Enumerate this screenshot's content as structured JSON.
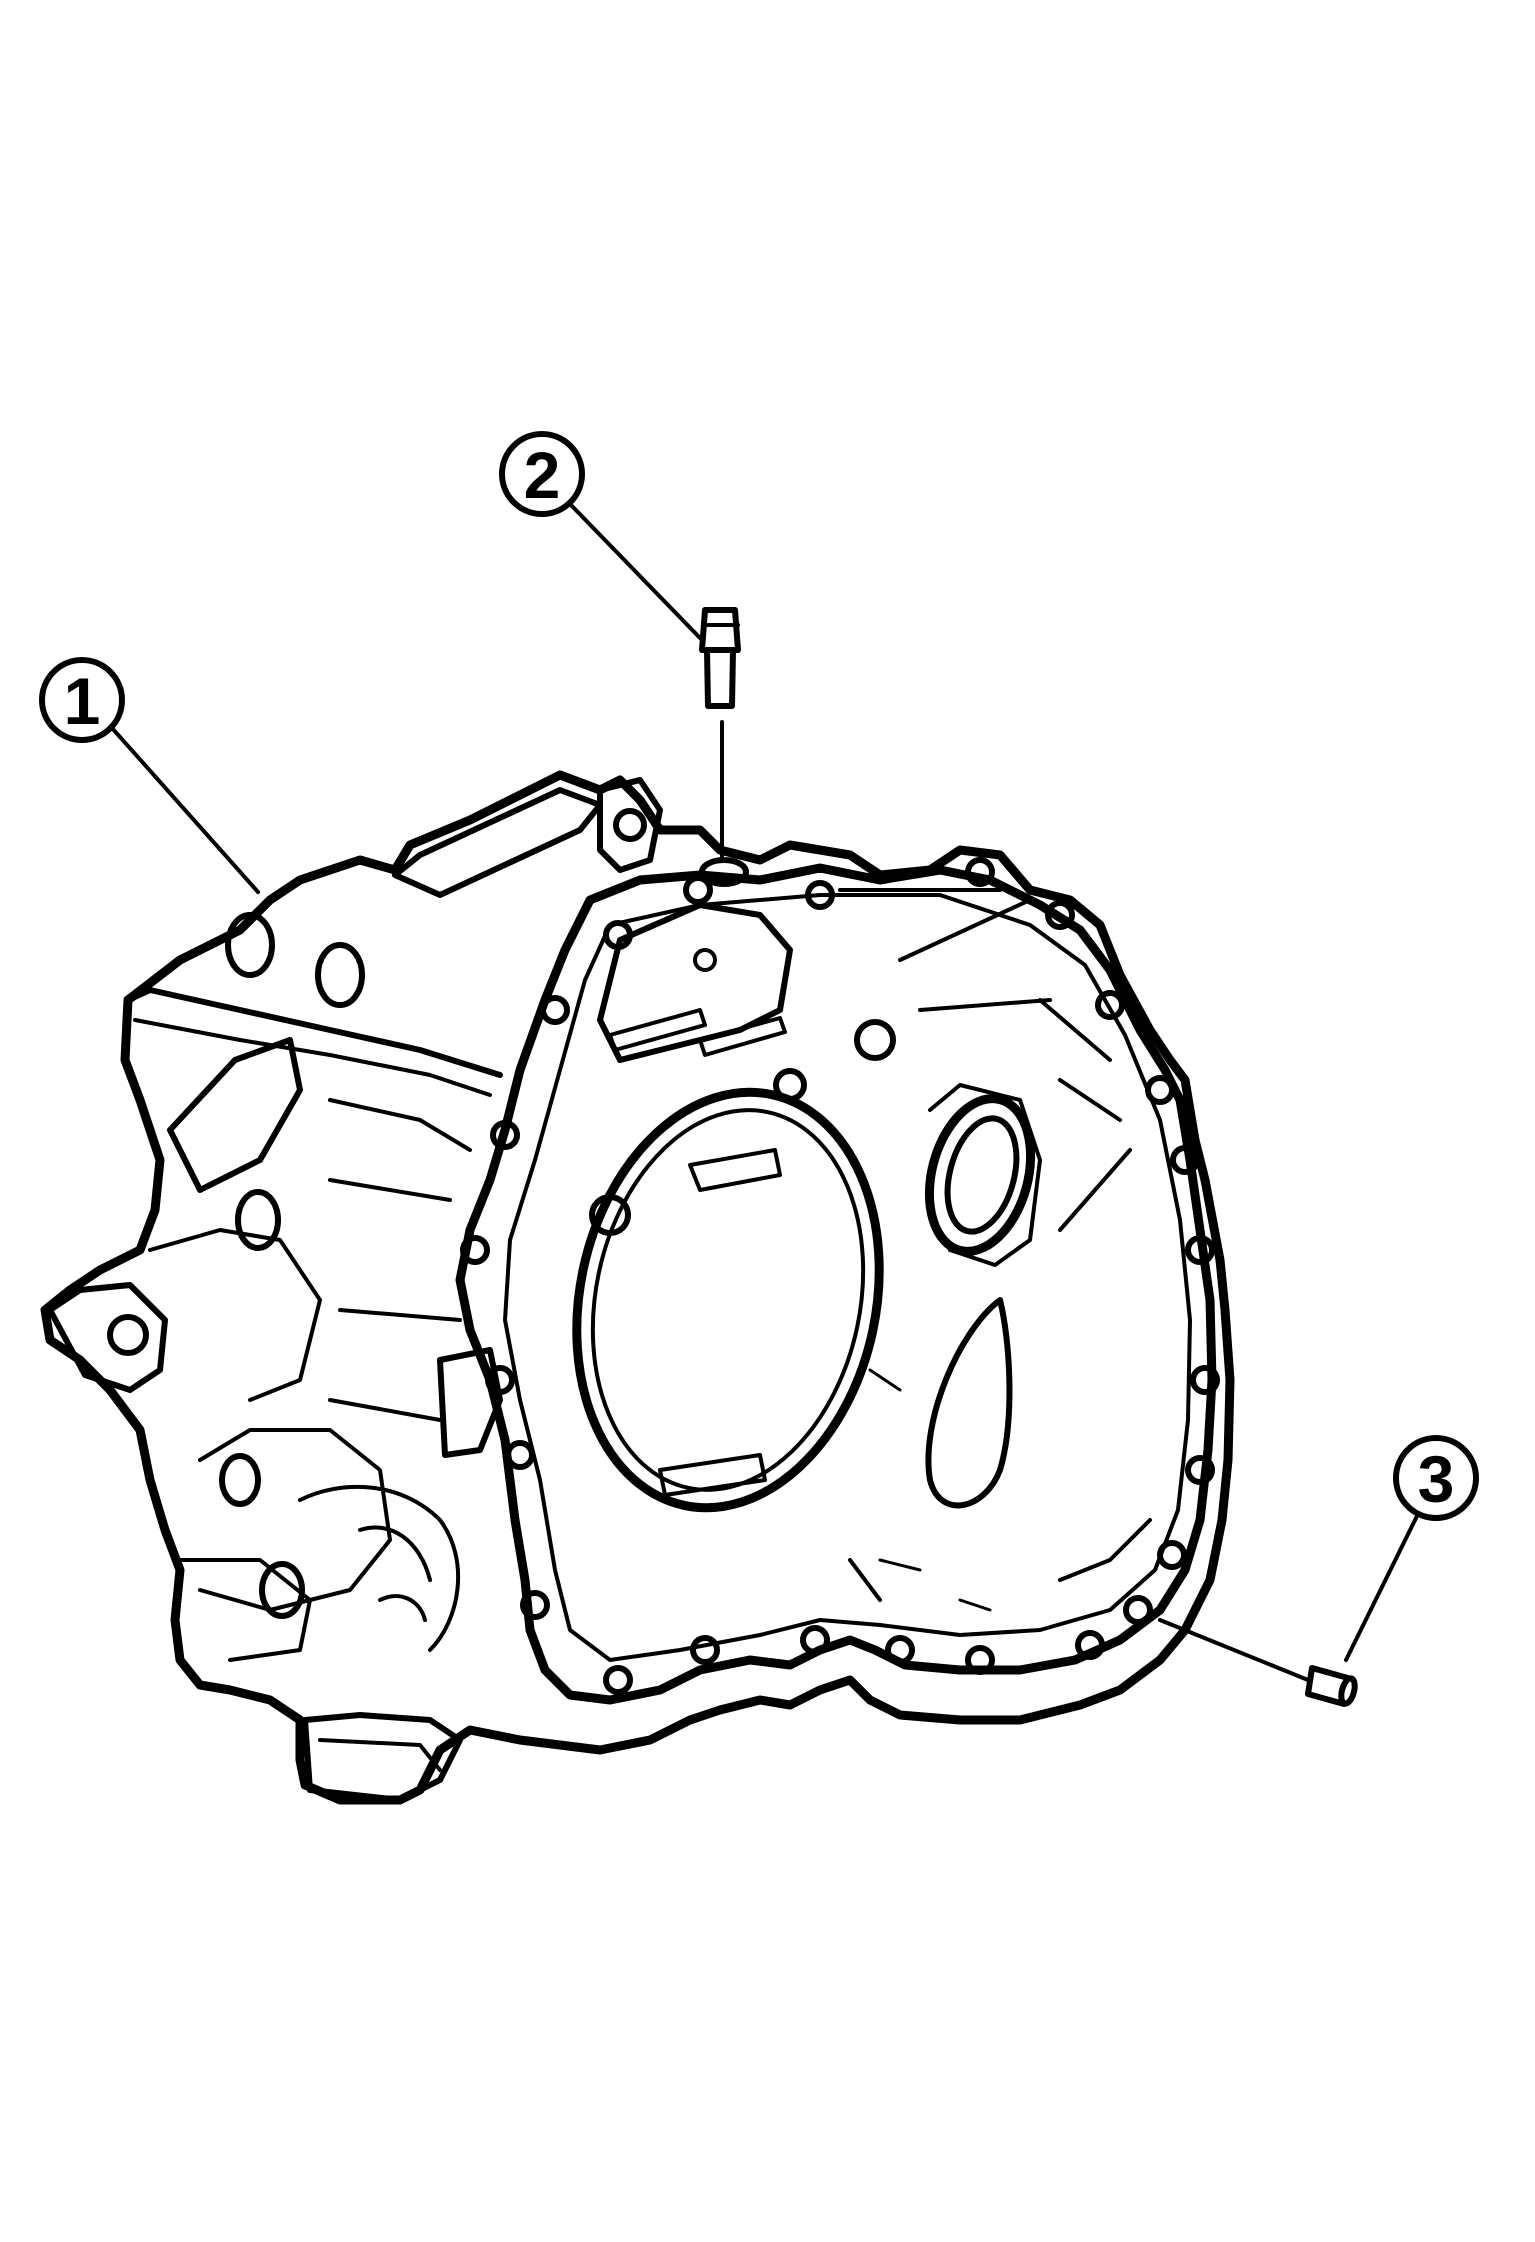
{
  "callouts": [
    {
      "id": "1",
      "label": "1",
      "part": "transaxle-case"
    },
    {
      "id": "2",
      "label": "2",
      "part": "bolt"
    },
    {
      "id": "3",
      "label": "3",
      "part": "dowel-pin"
    }
  ],
  "colors": {
    "ink": "#000000",
    "paper": "#ffffff"
  }
}
